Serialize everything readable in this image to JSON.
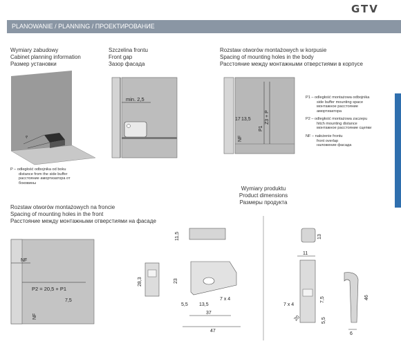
{
  "brand": "GTV",
  "banner": "PLANOWANIE / PLANNING / ПРОЕКТИРОВАНИЕ",
  "sections": {
    "install": {
      "pl": "Wymiary zabudowy",
      "en": "Cabinet planning information",
      "ru": "Размер установки"
    },
    "gap": {
      "pl": "Szczelina frontu",
      "en": "Front gap",
      "ru": "Зазор фасада"
    },
    "body_holes": {
      "pl": "Rozstaw otworów montażowych w korpusie",
      "en": "Spacing of mounting holes in the body",
      "ru": "Расстояние между монтажными отверстиями в корпусе"
    },
    "front_holes": {
      "pl": "Rozstaw otworów montażowych na froncie",
      "en": "Spacing of mounting holes in the front",
      "ru": "Расстояние между монтажными отверстиями на фасаде"
    },
    "product": {
      "pl": "Wymiary produktu",
      "en": "Product dimensions",
      "ru": "Размеры продукта"
    }
  },
  "note_p": [
    "P – odległość odbojnika od boku",
    "distance from the side buffer",
    "расстояние амортизатора от",
    "боковины"
  ],
  "legend": {
    "p1": [
      "P1 – odległość montażowa odbojnika",
      "side buffer mounting space",
      "монтажное расстояние",
      "амортизатора"
    ],
    "p2": [
      "P2 – odległość montażowa zaczepu",
      "hitch mounting distance",
      "монтажное расстояние сцепки"
    ],
    "nf": [
      "NF – nałożenie frontu",
      "front overlap",
      "наложение фасада"
    ]
  },
  "dims": {
    "gap_min": "min. 2,5",
    "p_label": "P",
    "nf": "NF",
    "d17": "17",
    "d13_5": "13,5",
    "p1": "P1",
    "z3p": "Z3 + P",
    "p2_formula": "P2 = 20,5 + P1",
    "d7_5": "7,5",
    "d11_5": "11,5",
    "d28_3": "28,3",
    "d23": "23",
    "d5_5": "5,5",
    "d13_5b": "13,5",
    "d7x4": "7 x 4",
    "d37": "37",
    "d47": "47",
    "d13": "13",
    "d11": "11",
    "d46": "46",
    "d6": "6",
    "d7_5b": "7,5",
    "d7x4b": "7 x 4",
    "d5_5b": "5,5",
    "d20": "20"
  }
}
